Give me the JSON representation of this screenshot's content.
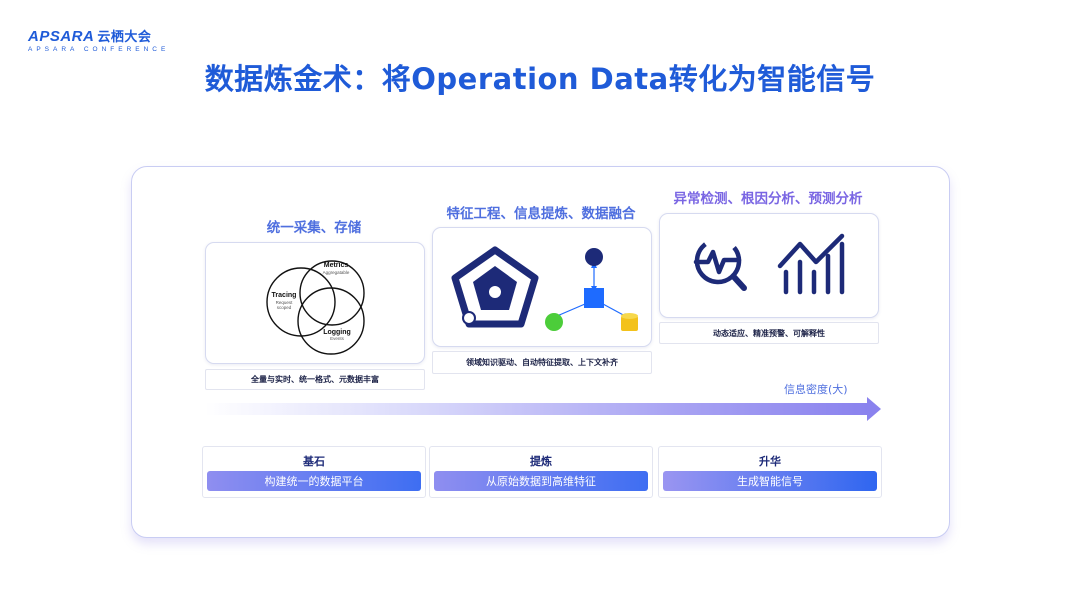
{
  "logo": {
    "brand": "APSARA",
    "brand_cn": "云栖大会",
    "subtitle": "APSARA CONFERENCE"
  },
  "title": "数据炼金术：将Operation Data转化为智能信号",
  "sections": [
    {
      "title": "统一采集、存储",
      "caption": "全量与实时、统一格式、元数据丰富",
      "venn": {
        "metrics": "Metrics",
        "metrics_sub": "Aggregatable",
        "tracing": "Tracing",
        "tracing_sub1": "Request",
        "tracing_sub2": "scoped",
        "logging": "Logging",
        "logging_sub": "Events"
      }
    },
    {
      "title": "特征工程、信息提炼、数据融合",
      "caption": "领域知识驱动、自动特征提取、上下文补齐"
    },
    {
      "title": "异常检测、根因分析、预测分析",
      "caption": "动态适应、精准预警、可解释性"
    }
  ],
  "axis_label": "信息密度(大)",
  "stages": [
    {
      "title": "基石",
      "bar": "构建统一的数据平台"
    },
    {
      "title": "提炼",
      "bar": "从原始数据到高维特征"
    },
    {
      "title": "升华",
      "bar": "生成智能信号"
    }
  ],
  "colors": {
    "brand_blue": "#1f5bd8",
    "navy": "#1d2a78",
    "accent_blue": "#1e6bff",
    "green": "#4ccd3a",
    "gold": "#f3c21b",
    "purple": "#8a82ee"
  },
  "icons": [
    "venn-diagram-icon",
    "pentagon-gear-icon",
    "network-nodes-icon",
    "search-pulse-icon",
    "trend-chart-icon"
  ]
}
